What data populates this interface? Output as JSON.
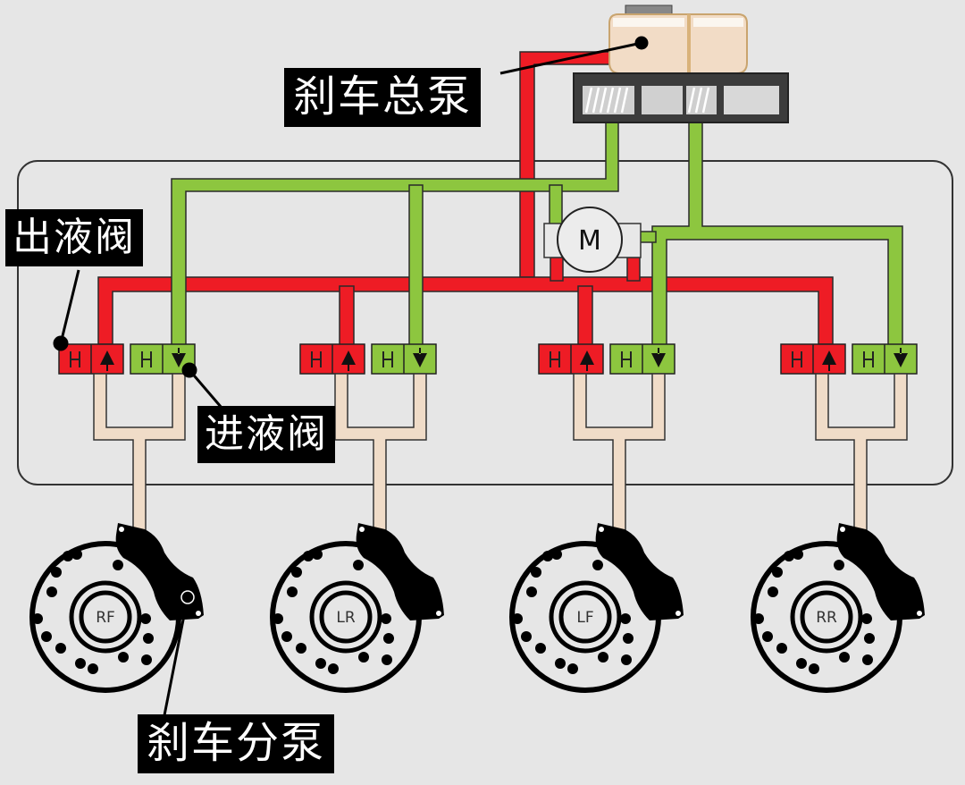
{
  "labels": {
    "master_cylinder": "刹车总泵",
    "outlet_valve": "出液阀",
    "inlet_valve": "进液阀",
    "wheel_cylinder": "刹车分泵"
  },
  "motor": {
    "label": "M"
  },
  "wheels": [
    {
      "id": "RF",
      "label": "RF"
    },
    {
      "id": "LR",
      "label": "LR"
    },
    {
      "id": "LF",
      "label": "LF"
    },
    {
      "id": "RR",
      "label": "RR"
    }
  ],
  "colors": {
    "background": "#e6e6e6",
    "return_line": "#ee1c25",
    "supply_line": "#8dc63f",
    "wheel_line": "#f0dcc8",
    "reservoir": "#f2dcc6",
    "master_body": "#3c3c3c",
    "outline": "#222222"
  }
}
